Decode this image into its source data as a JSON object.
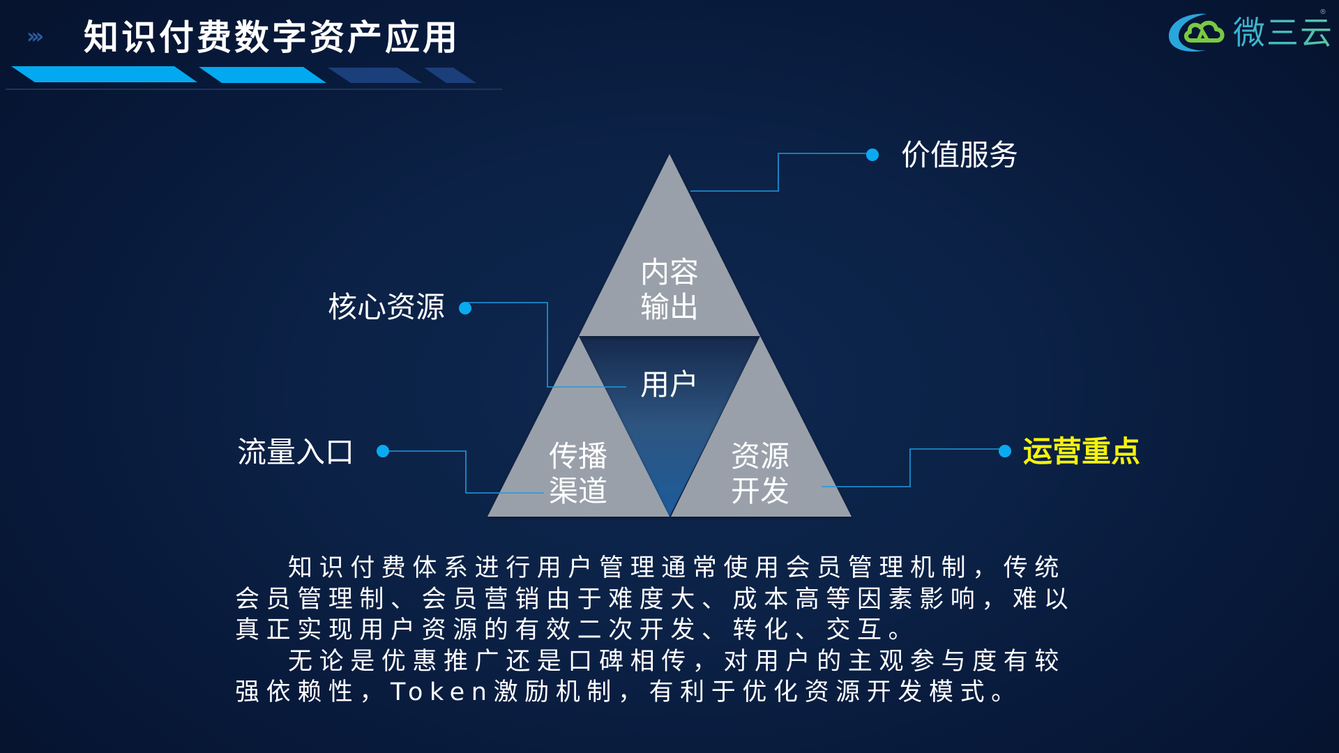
{
  "header": {
    "chevron_icon": "›››",
    "title": "知识付费数字资产应用",
    "accent_colors": {
      "bright_bar": "#03A9F0",
      "dark_bar": "#1B3F7A",
      "chevron": "#2B5C9E"
    }
  },
  "logo": {
    "icon": "cloud-swoosh-logo",
    "text": "微三云",
    "registered_mark": "®"
  },
  "diagram": {
    "triangles": {
      "top": {
        "line1": "内容",
        "line2": "输出"
      },
      "center": {
        "label": "用户"
      },
      "bottom_left": {
        "line1": "传播",
        "line2": "渠道"
      },
      "bottom_right": {
        "line1": "资源",
        "line2": "开发"
      }
    },
    "callouts": [
      {
        "label": "价值服务",
        "target": "内容输出",
        "highlight": false
      },
      {
        "label": "核心资源",
        "target": "用户",
        "highlight": false
      },
      {
        "label": "流量入口",
        "target": "传播渠道",
        "highlight": false
      },
      {
        "label": "运营重点",
        "target": "资源开发",
        "highlight": true
      }
    ],
    "colors": {
      "triangle_fill": "#9AA0AA",
      "center_gradient_top": "#15294D",
      "center_gradient_bottom": "#1C5C9C",
      "connector_line": "#1E9AE0",
      "dot": "#0AAAF0",
      "highlight_text": "#F5F20A"
    }
  },
  "description": {
    "paragraphs": [
      "知识付费体系进行用户管理通常使用会员管理机制，传统会员管理制、会员营销由于难度大、成本高等因素影响，难以真正实现用户资源的有效二次开发、转化、交互。",
      "无论是优惠推广还是口碑相传，对用户的主观参与度有较强依赖性，Token激励机制，有利于优化资源开发模式。"
    ]
  }
}
